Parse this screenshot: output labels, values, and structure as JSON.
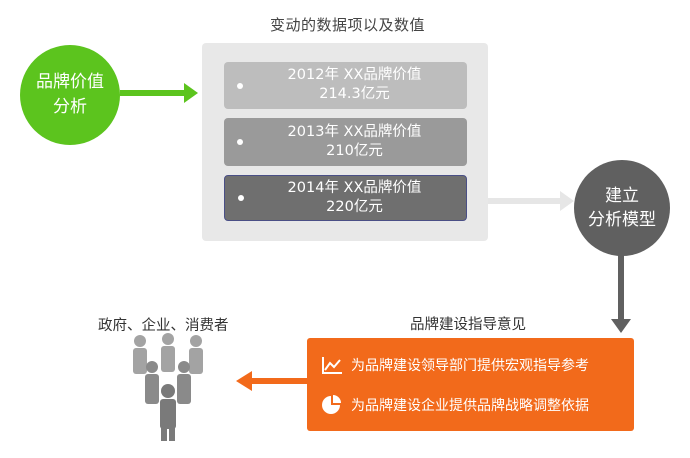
{
  "panel_title": "变动的数据项以及数值",
  "brand_circle": {
    "line1": "品牌价值",
    "line2": "分析"
  },
  "data_rows": [
    {
      "line1": "2012年 XX品牌价值",
      "line2": "214.3亿元"
    },
    {
      "line1": "2013年 XX品牌价值",
      "line2": "210亿元"
    },
    {
      "line1": "2014年 XX品牌价值",
      "line2": "220亿元"
    }
  ],
  "model_circle": {
    "line1": "建立",
    "line2": "分析模型"
  },
  "guidance": {
    "title": "品牌建设指导意见",
    "items": [
      {
        "icon": "line-chart-icon",
        "text": "为品牌建设领导部门提供宏观指导参考"
      },
      {
        "icon": "pie-chart-icon",
        "text": "为品牌建设企业提供品牌战略调整依据"
      }
    ]
  },
  "audience": {
    "title": "政府、企业、消费者",
    "icon": "people-group-icon"
  },
  "colors": {
    "green": "#5cc41e",
    "orange": "#f26a1b",
    "dark_gray": "#606060",
    "panel_gray": "#e8e8e8"
  }
}
